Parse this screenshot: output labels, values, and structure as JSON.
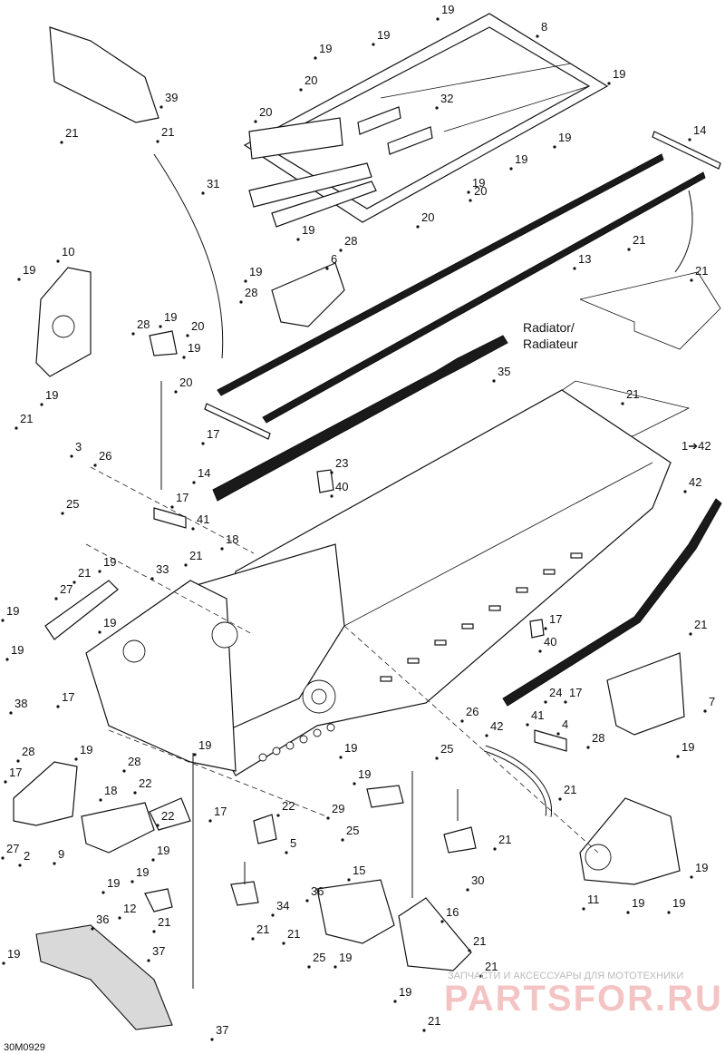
{
  "diagram": {
    "code": "30M0929",
    "note": {
      "line1": "Radiator/",
      "line2": "Radiateur"
    },
    "range_label": "1➔42",
    "watermark": {
      "tagline": "ЗАПЧАСТИ И АКСЕССУАРЫ ДЛЯ МОТОТЕХНИКИ",
      "logo": "PARTSFOR.RU"
    },
    "callouts": [
      "19",
      "8",
      "19",
      "19",
      "20",
      "19",
      "20",
      "32",
      "19",
      "19",
      "19",
      "20",
      "20",
      "31",
      "14",
      "13",
      "21",
      "21",
      "39",
      "21",
      "21",
      "10",
      "19",
      "19",
      "28",
      "19",
      "28",
      "6",
      "19",
      "28",
      "19",
      "20",
      "19",
      "20",
      "35",
      "21",
      "21",
      "3",
      "26",
      "25",
      "17",
      "14",
      "23",
      "40",
      "17",
      "41",
      "42",
      "24",
      "21",
      "19",
      "33",
      "18",
      "21",
      "19",
      "27",
      "19",
      "38",
      "17",
      "19",
      "19",
      "28",
      "22",
      "28",
      "17",
      "18",
      "27",
      "2",
      "22",
      "9",
      "19",
      "19",
      "22",
      "5",
      "19",
      "12",
      "21",
      "21",
      "34",
      "19",
      "36",
      "37",
      "37",
      "36",
      "15",
      "21",
      "25",
      "19",
      "21",
      "16",
      "21",
      "19",
      "21",
      "25",
      "29",
      "21",
      "30",
      "21",
      "4",
      "41",
      "42",
      "26",
      "25",
      "17",
      "40",
      "17",
      "21",
      "28",
      "7",
      "19",
      "19",
      "11",
      "19",
      "19",
      "19",
      "17",
      "19",
      "19",
      "19"
    ]
  }
}
